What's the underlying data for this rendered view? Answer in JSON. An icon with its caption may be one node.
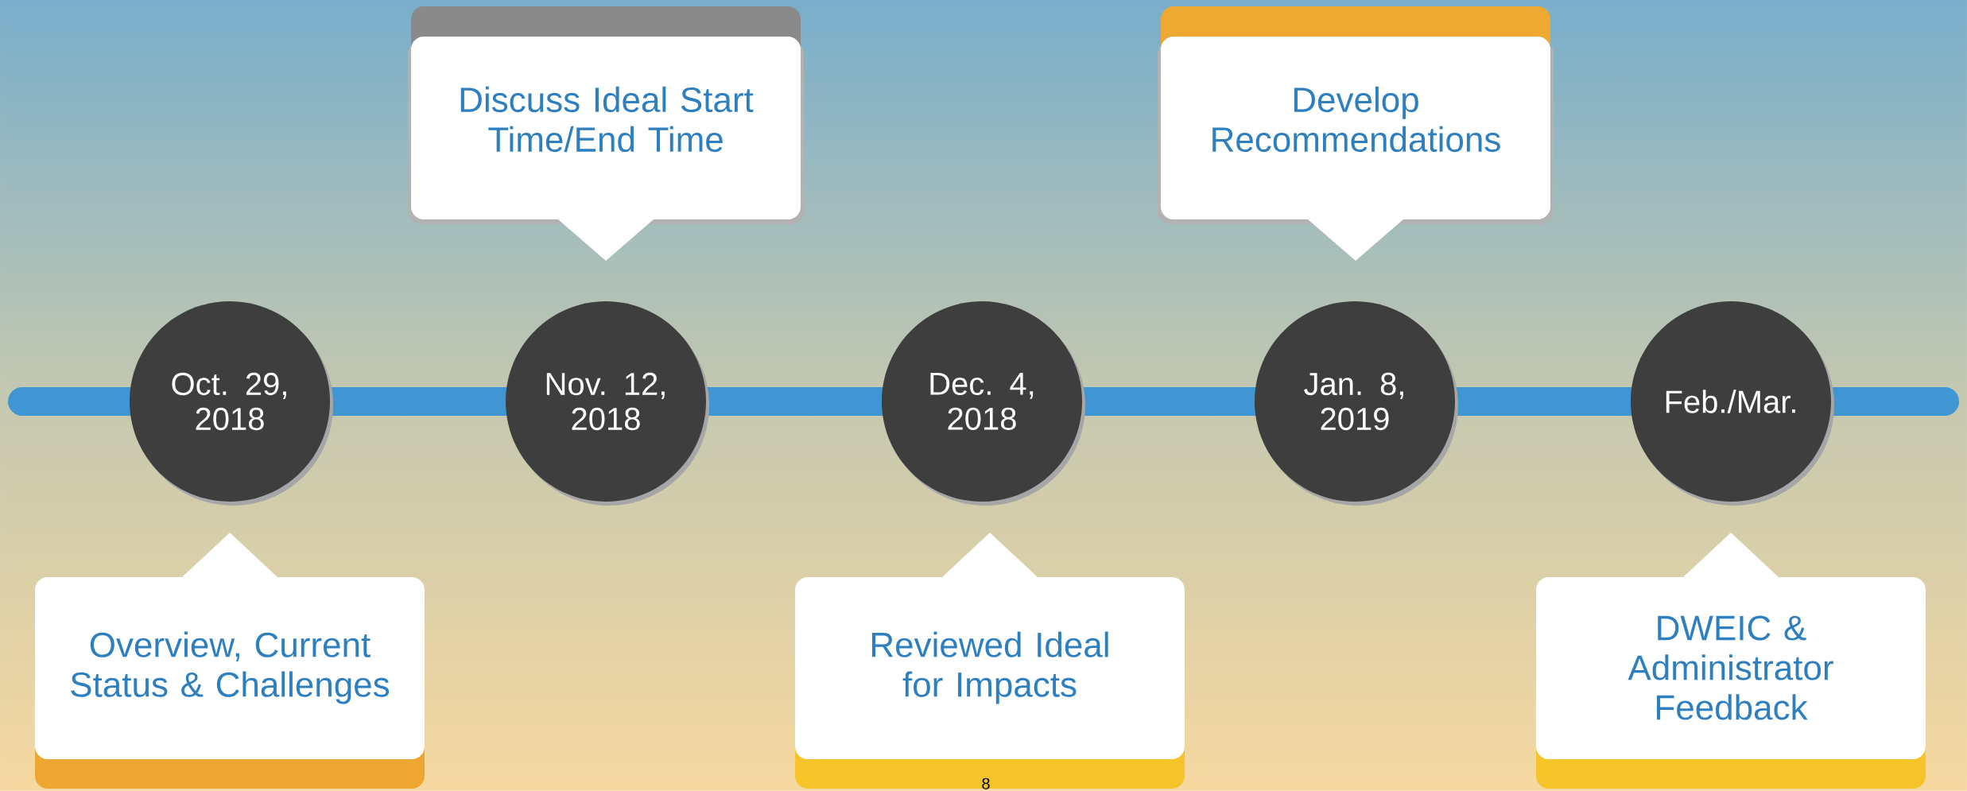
{
  "diagram": {
    "nodes": [
      {
        "text": [
          "Discuss Ideal Start Time/End Time"
        ]
      },
      {
        "text": [
          "Develop Recommendations"
        ]
      },
      {
        "text": [
          "Oct. 29, 2018"
        ]
      },
      {
        "text": [
          "Nov. 12, 2018"
        ]
      },
      {
        "text": [
          "Dec. 4, 2018"
        ]
      },
      {
        "text": [
          "Jan. 8, 2019"
        ]
      },
      {
        "text": [
          "Feb./Mar."
        ]
      },
      {
        "text": [
          "Overview, Current Status & Challenges"
        ]
      },
      {
        "text": [
          "Reviewed Ideal for Impacts"
        ]
      },
      {
        "text": [
          "DWEIC & Administrator Feedback"
        ]
      }
    ],
    "labels": [
      "8"
    ]
  }
}
